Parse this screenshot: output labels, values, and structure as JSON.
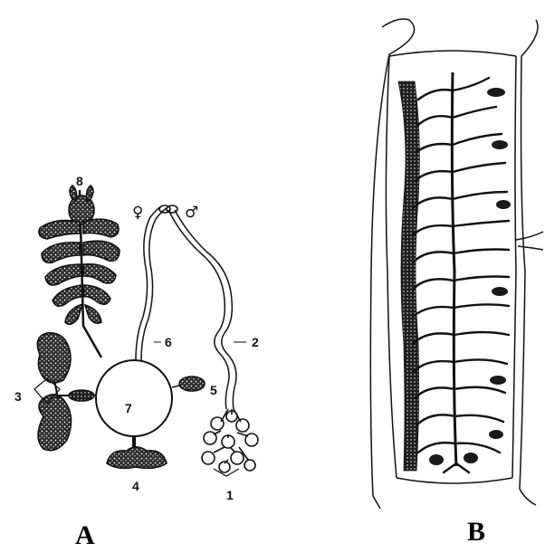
{
  "panels": {
    "a": {
      "letter": "A"
    },
    "b": {
      "letter": "B"
    }
  },
  "labels": {
    "l1": "1",
    "l2": "2",
    "l3": "3",
    "l4": "4",
    "l5": "5",
    "l6": "6",
    "l7": "7",
    "l8": "8",
    "female": "♀",
    "male": "♂"
  },
  "colors": {
    "ink": "#111111",
    "background": "#ffffff"
  }
}
